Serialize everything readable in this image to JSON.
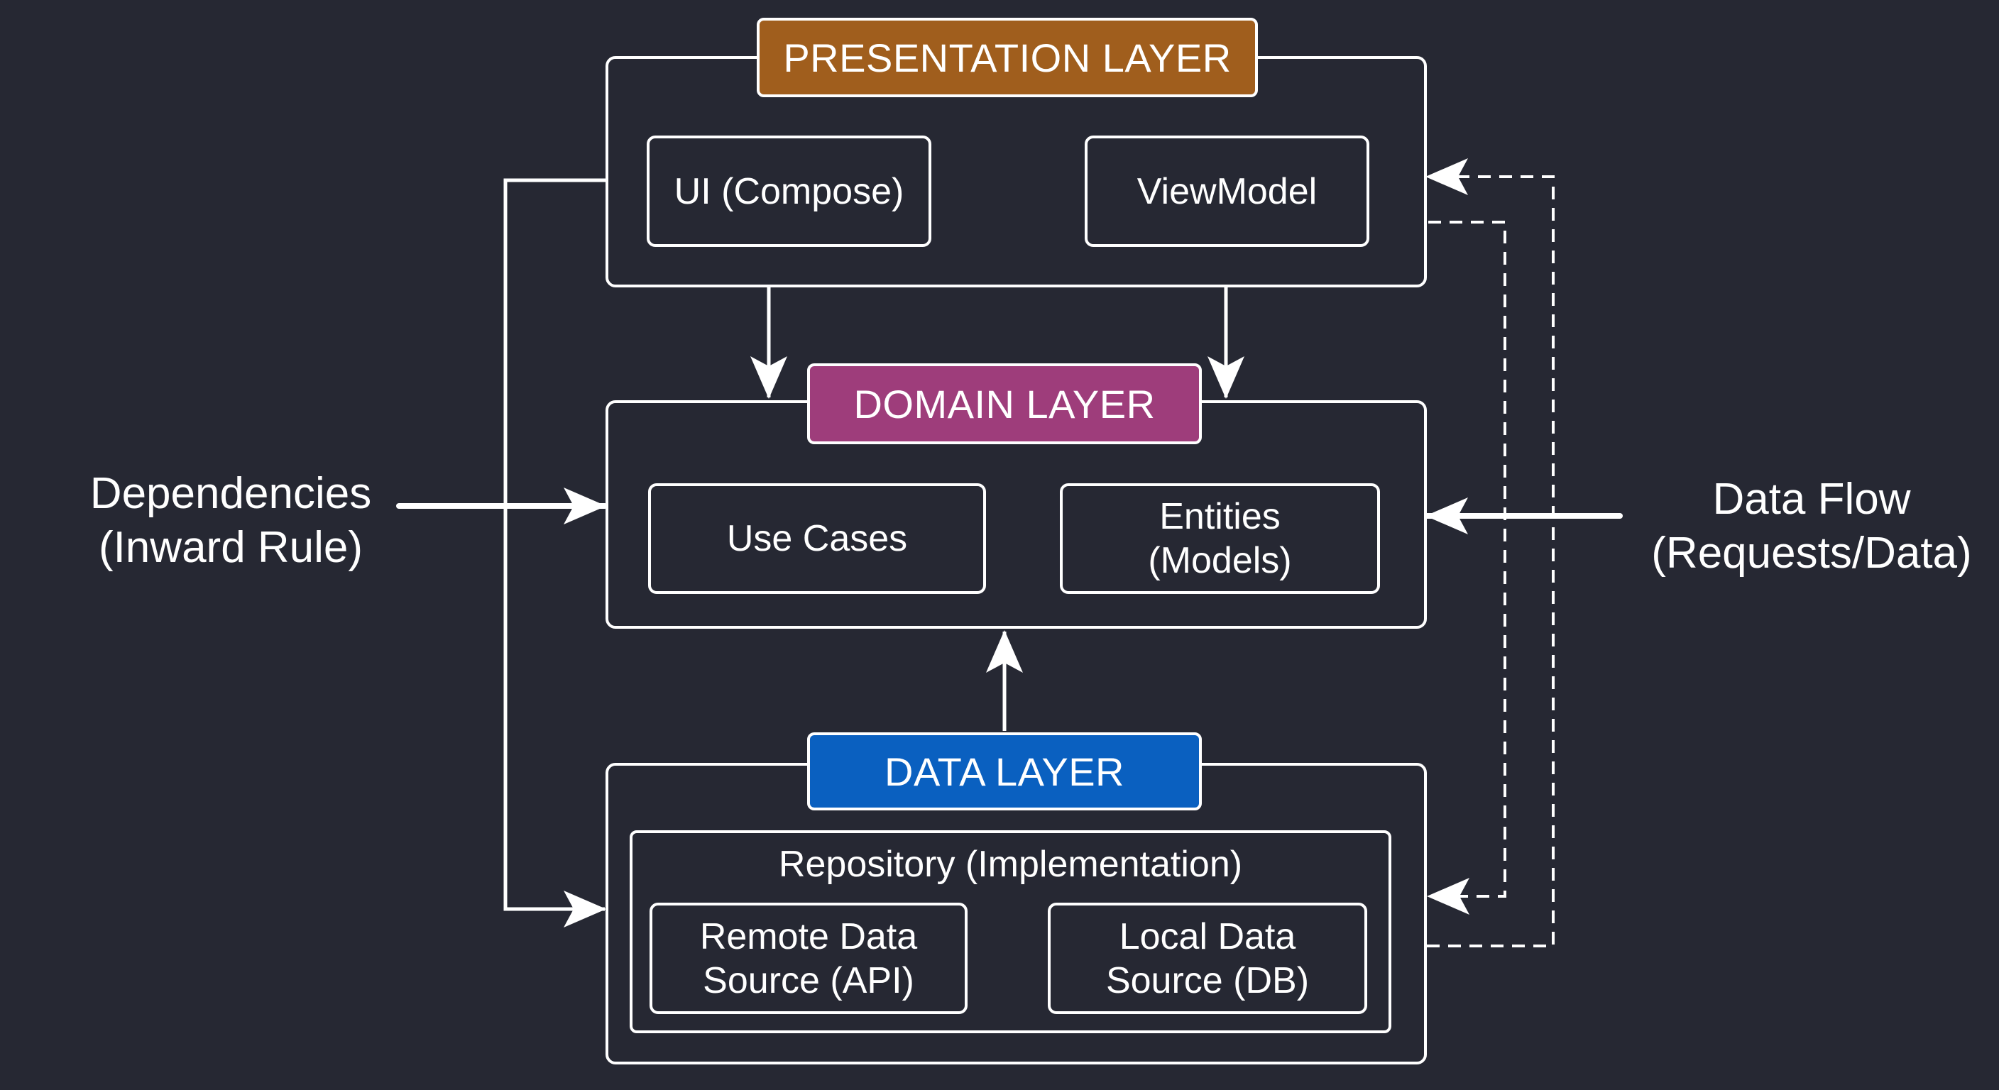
{
  "colors": {
    "background": "#262833",
    "stroke": "#ffffff",
    "presentation_header": "#A05E1D",
    "domain_header": "#9E3D7B",
    "data_header": "#0A60C0"
  },
  "presentation": {
    "title": "PRESENTATION LAYER",
    "ui": "UI (Compose)",
    "viewmodel": "ViewModel"
  },
  "domain": {
    "title": "DOMAIN LAYER",
    "use_cases": "Use Cases",
    "entities": "Entities\n(Models)"
  },
  "data": {
    "title": "DATA LAYER",
    "repository": "Repository (Implementation)",
    "remote": "Remote Data\nSource (API)",
    "local": "Local Data\nSource (DB)"
  },
  "labels": {
    "dependencies": "Dependencies\n(Inward Rule)",
    "data_flow": "Data Flow\n(Requests/Data)"
  }
}
